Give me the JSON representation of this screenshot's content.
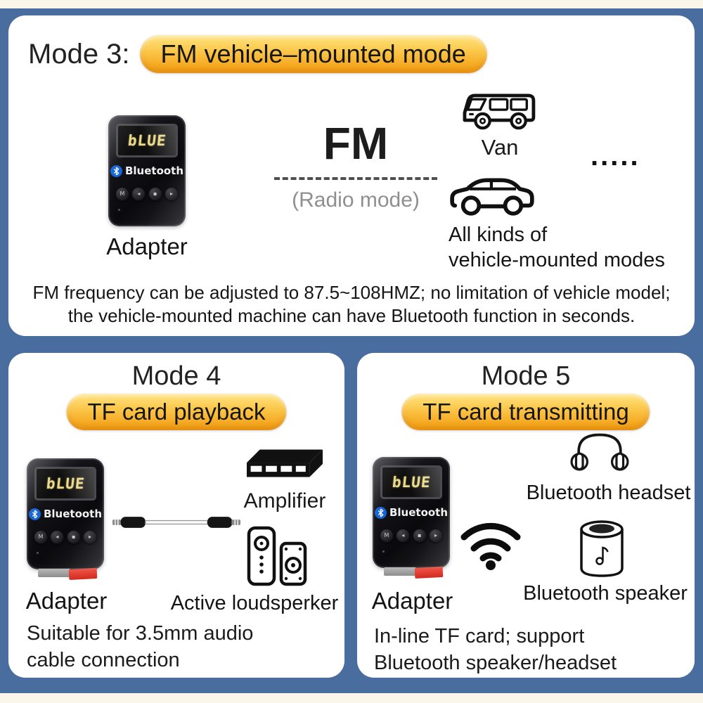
{
  "colors": {
    "background_blue": "#4a6da0",
    "strip_cream": "#faf6ea",
    "panel_white": "#ffffff",
    "pill_yellow_top": "#ffe483",
    "pill_orange_bottom": "#ef9b12",
    "bluetooth_blue": "#1565d8",
    "tf_card_red": "#d2291d"
  },
  "device": {
    "screen_text": "bLUE",
    "brand": "Bluetooth",
    "buttons": [
      "M",
      "◂",
      "▪",
      "▸"
    ]
  },
  "mode3": {
    "label": "Mode 3:",
    "pill": "FM vehicle–mounted mode",
    "adapter_label": "Adapter",
    "fm_big": "FM",
    "fm_sub": "(Radio mode)",
    "van_label": "Van",
    "dots": ".....",
    "car_caption_line1": "All kinds of",
    "car_caption_line2": "vehicle-mounted modes",
    "footer_line1": "FM frequency can be adjusted to 87.5~108HMZ; no limitation of vehicle model;",
    "footer_line2": "the vehicle-mounted machine can have Bluetooth function in seconds."
  },
  "mode4": {
    "title": "Mode 4",
    "pill": "TF card playback",
    "adapter_label": "Adapter",
    "amplifier_label": "Amplifier",
    "loudspeaker_label": "Active loudsperker",
    "footer_line1": "Suitable for 3.5mm audio",
    "footer_line2": "cable connection"
  },
  "mode5": {
    "title": "Mode 5",
    "pill": "TF card transmitting",
    "adapter_label": "Adapter",
    "headset_label": "Bluetooth headset",
    "speaker_label": "Bluetooth speaker",
    "footer_line1": "In-line TF card; support",
    "footer_line2": "Bluetooth speaker/headset"
  }
}
